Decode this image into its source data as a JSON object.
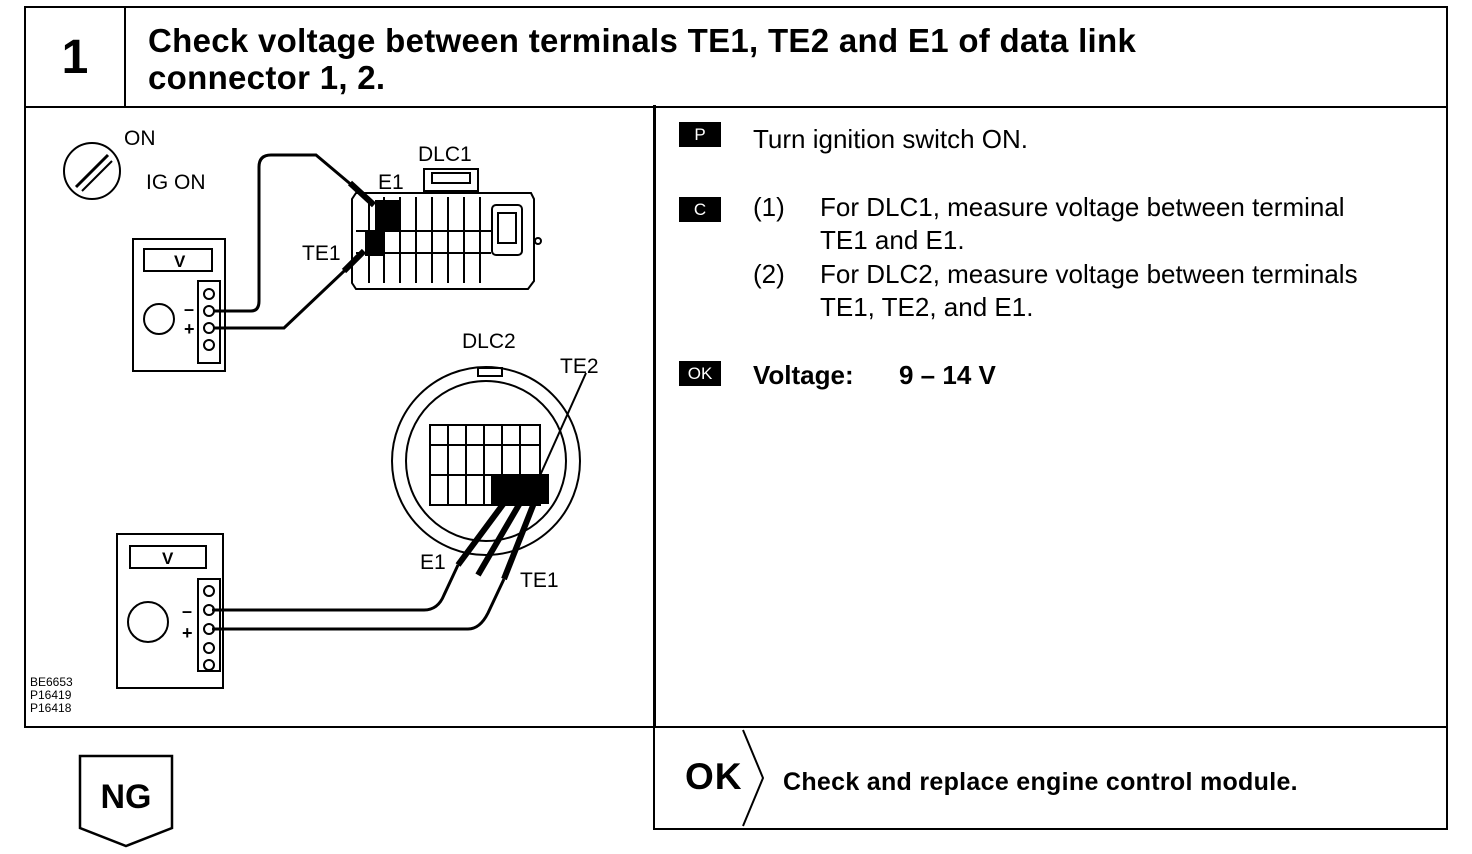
{
  "step": {
    "number": "1",
    "title_line1": "Check voltage between terminals TE1, TE2 and E1 of data link",
    "title_line2": "connector 1, 2."
  },
  "diagram": {
    "switch_on": "ON",
    "switch_ig_on": "IG ON",
    "dlc1_label": "DLC1",
    "dlc1_e1": "E1",
    "dlc1_te1": "TE1",
    "meter_label": "V",
    "meter_minus": "–",
    "meter_plus": "+",
    "dlc2_label": "DLC2",
    "dlc2_te2": "TE2",
    "dlc2_e1": "E1",
    "dlc2_te1": "TE1",
    "ref_codes": [
      "BE6653",
      "P16419",
      "P16418"
    ]
  },
  "instructions": {
    "p_tag": "P",
    "p_text": "Turn ignition switch ON.",
    "c_tag": "C",
    "c1_num": "(1)",
    "c1_line1": "For DLC1, measure voltage between terminal",
    "c1_line2": "TE1 and E1.",
    "c2_num": "(2)",
    "c2_line1": "For DLC2, measure voltage between terminals",
    "c2_line2": "TE1, TE2, and E1.",
    "ok_tag": "OK",
    "ok_label": "Voltage:",
    "ok_value": "9 – 14 V"
  },
  "result_ok": {
    "label": "OK",
    "text": "Check and replace engine control module."
  },
  "result_ng": {
    "label": "NG"
  }
}
